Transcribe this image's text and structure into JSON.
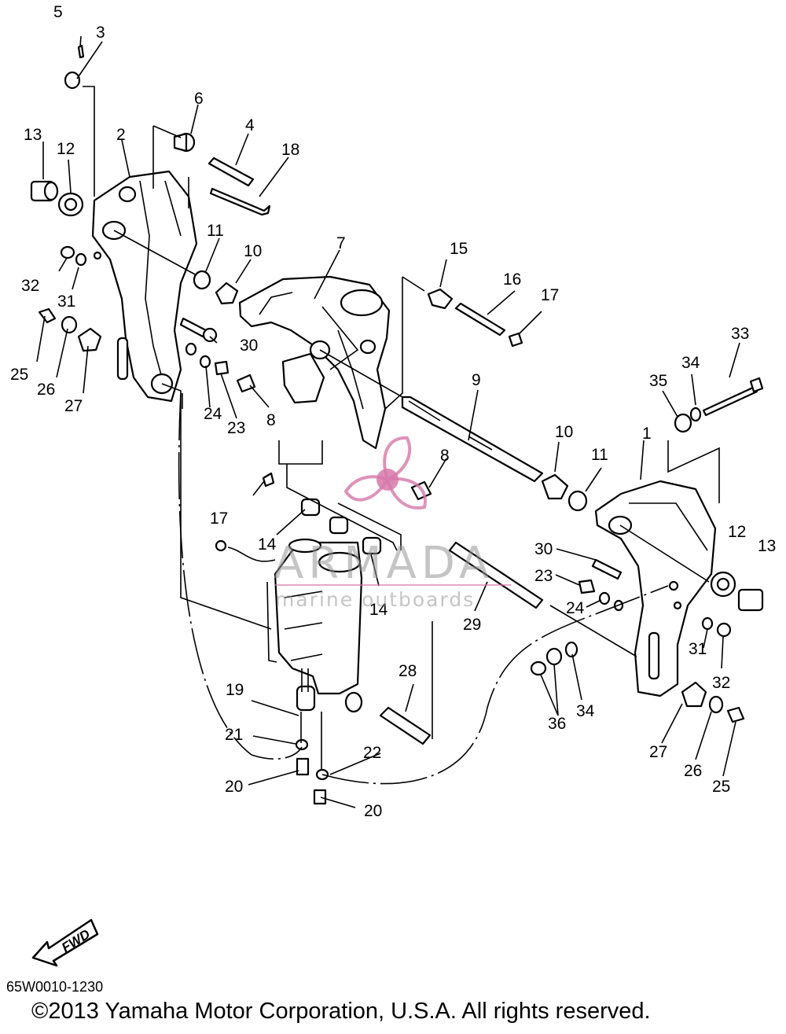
{
  "diagram": {
    "code": "65W0010-1230",
    "copyright": "©2013 Yamaha Motor Corporation, U.S.A. All rights reserved.",
    "fwd_label": "FWD",
    "watermark": {
      "title": "ARMADA",
      "subtitle": "marine outboards",
      "accent": "#d678aa"
    },
    "callouts": [
      "1",
      "2",
      "3",
      "4",
      "5",
      "6",
      "7",
      "8",
      "8",
      "9",
      "10",
      "10",
      "11",
      "11",
      "12",
      "12",
      "13",
      "13",
      "14",
      "14",
      "15",
      "16",
      "17",
      "17",
      "18",
      "19",
      "20",
      "20",
      "21",
      "22",
      "23",
      "23",
      "24",
      "24",
      "25",
      "25",
      "26",
      "26",
      "27",
      "27",
      "28",
      "29",
      "30",
      "30",
      "31",
      "31",
      "32",
      "32",
      "33",
      "34",
      "34",
      "35",
      "36"
    ]
  }
}
